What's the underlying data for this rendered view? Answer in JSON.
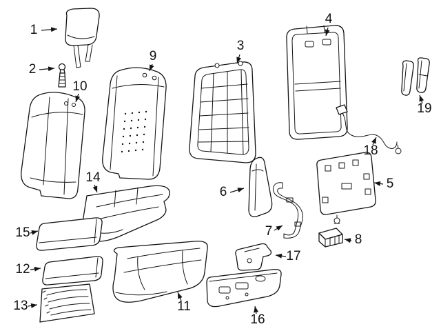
{
  "canvas": {
    "background": "#ffffff",
    "line_color": "#141414",
    "label_color": "#111111"
  },
  "callouts": [
    "1",
    "2",
    "3",
    "4",
    "5",
    "6",
    "7",
    "8",
    "9",
    "10",
    "11",
    "12",
    "13",
    "14",
    "15",
    "16",
    "17",
    "18",
    "19"
  ]
}
